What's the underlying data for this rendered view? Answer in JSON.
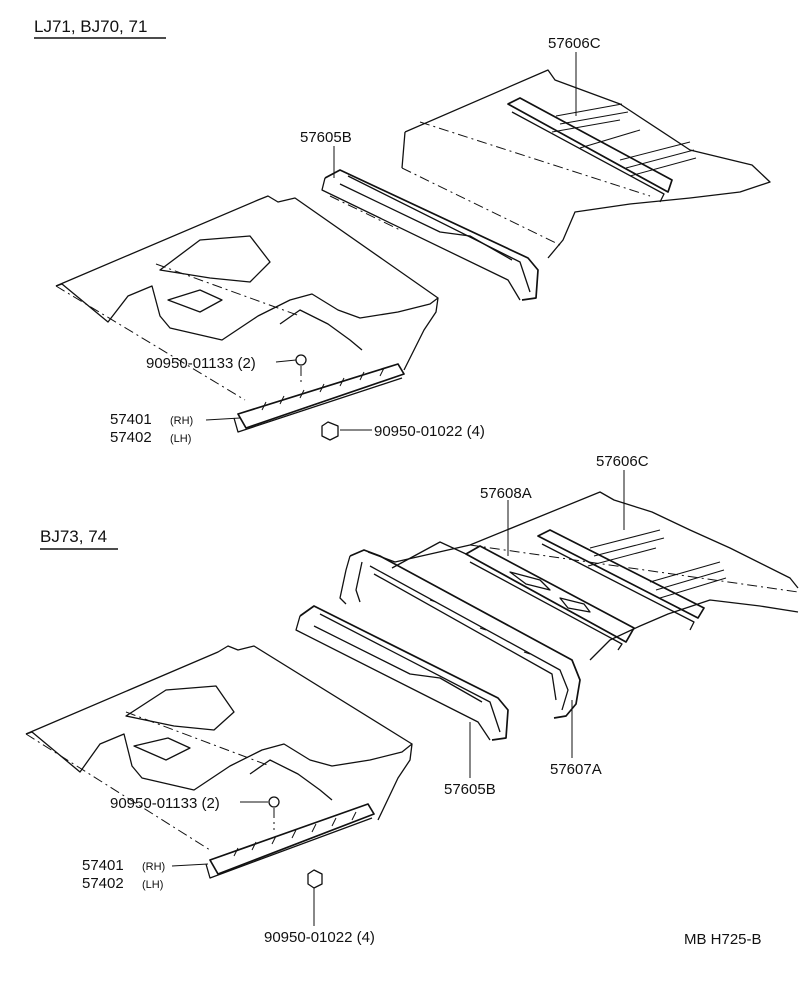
{
  "sections": [
    {
      "header": "LJ71, BJ70, 71",
      "labels": {
        "p57606C": "57606C",
        "p57605B": "57605B",
        "p90950_01133": "90950-01133 (2)",
        "p57401": "57401",
        "p57401_side": "(RH)",
        "p57402": "57402",
        "p57402_side": "(LH)",
        "p90950_01022": "90950-01022 (4)"
      }
    },
    {
      "header": "BJ73, 74",
      "labels": {
        "p57606C": "57606C",
        "p57608A": "57608A",
        "p57605B": "57605B",
        "p57607A": "57607A",
        "p90950_01133": "90950-01133 (2)",
        "p57401": "57401",
        "p57401_side": "(RH)",
        "p57402": "57402",
        "p57402_side": "(LH)",
        "p90950_01022": "90950-01022 (4)"
      }
    }
  ],
  "footer": {
    "code": "MB  H725-B"
  }
}
